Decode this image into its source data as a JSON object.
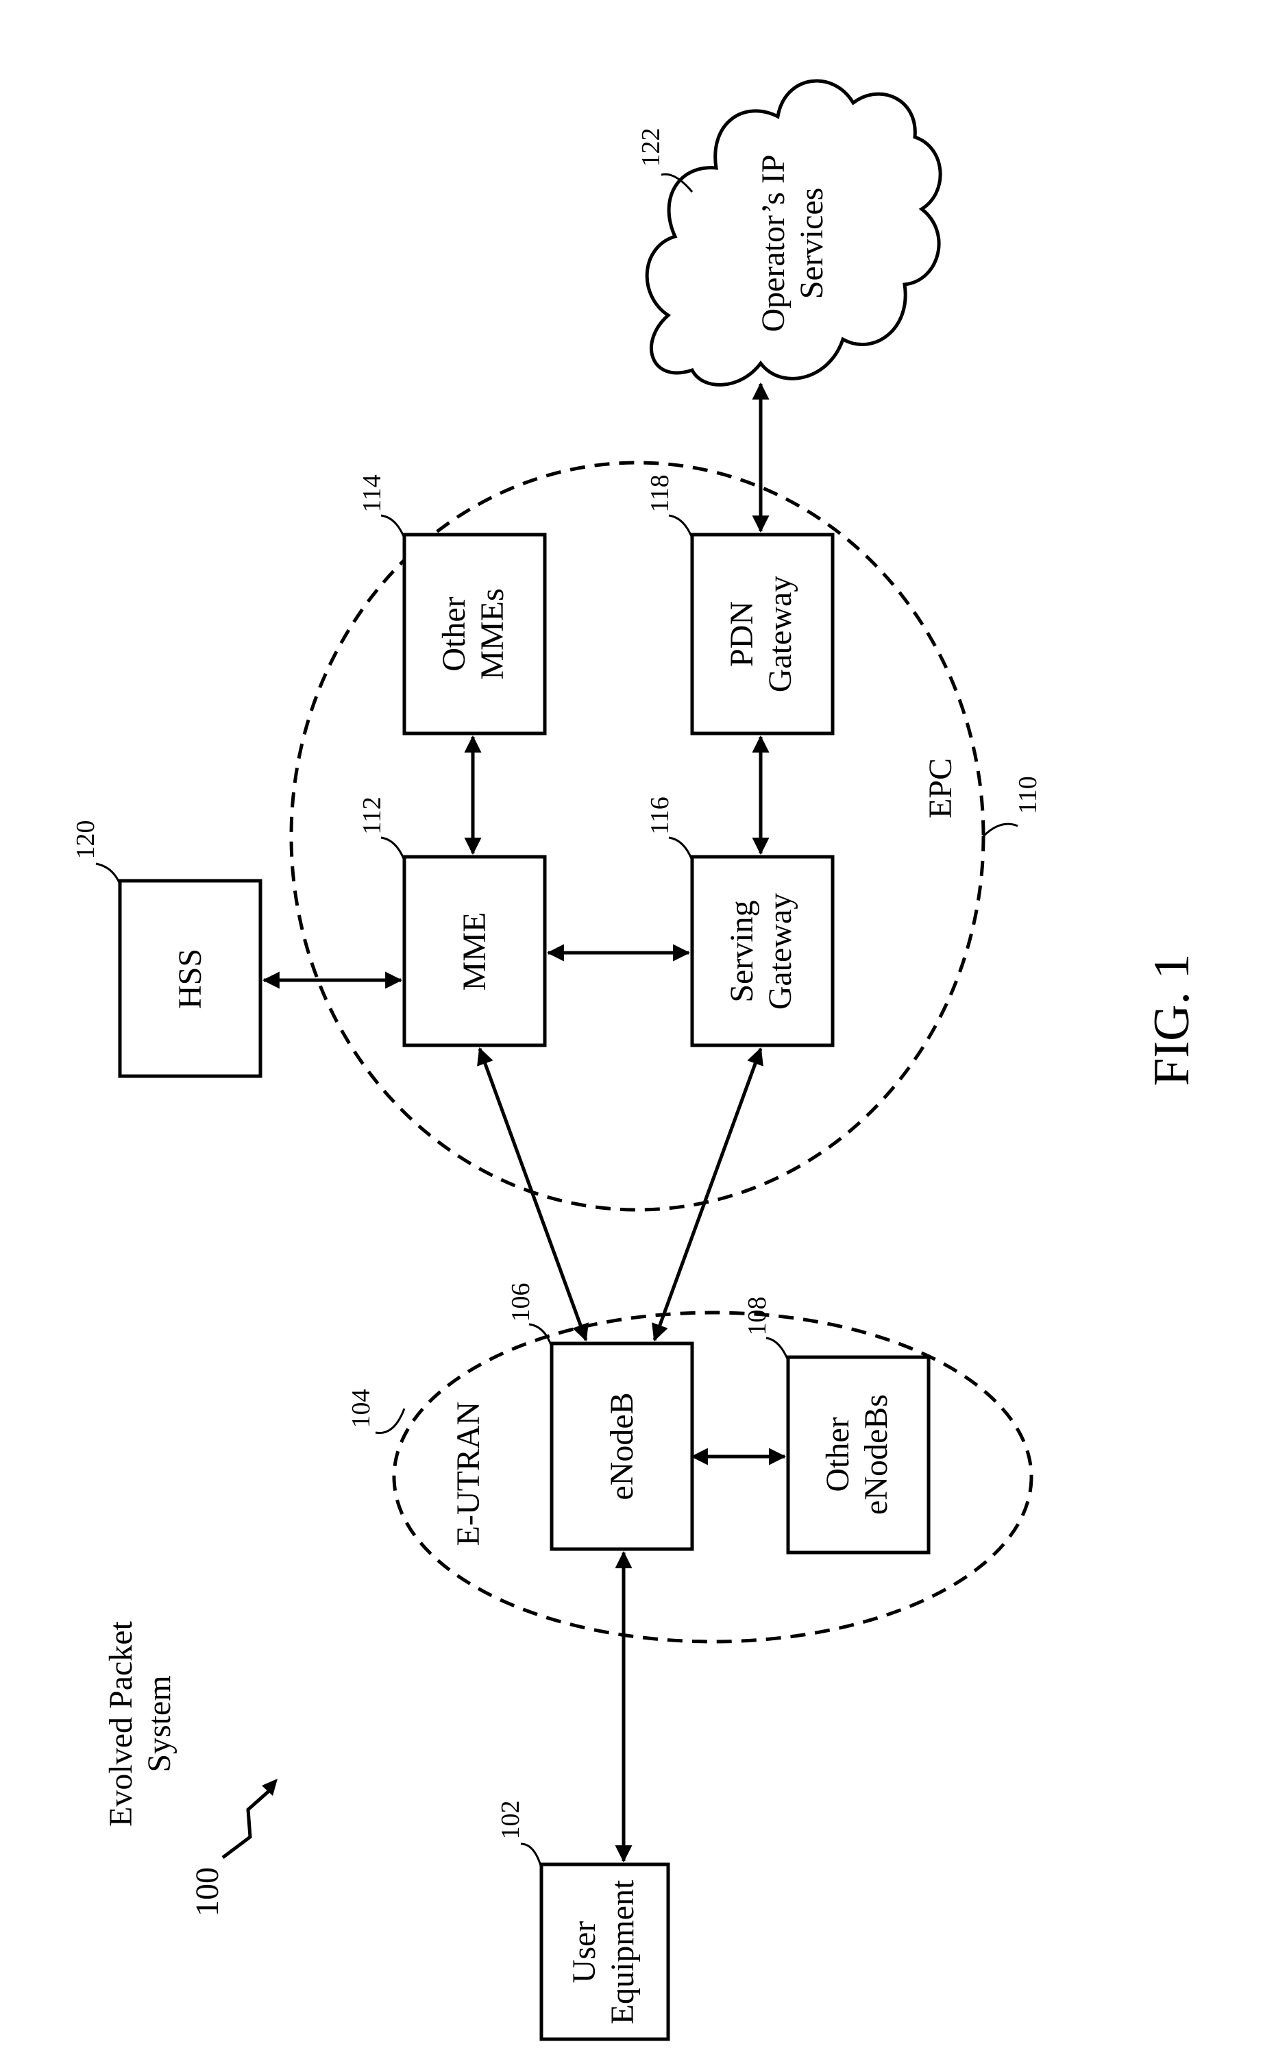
{
  "figure": {
    "caption": "FIG. 1",
    "system": {
      "label_line1": "Evolved Packet",
      "label_line2": "System",
      "ref": "100"
    }
  },
  "regions": {
    "e_utran": {
      "label": "E-UTRAN",
      "ref": "104"
    },
    "epc": {
      "label": "EPC",
      "ref": "110"
    }
  },
  "nodes": {
    "user_equipment": {
      "line1": "User",
      "line2": "Equipment",
      "ref": "102"
    },
    "enodeb": {
      "line1": "eNodeB",
      "ref": "106"
    },
    "other_enodebs": {
      "line1": "Other",
      "line2": "eNodeBs",
      "ref": "108"
    },
    "mme": {
      "line1": "MME",
      "ref": "112"
    },
    "other_mmes": {
      "line1": "Other",
      "line2": "MMEs",
      "ref": "114"
    },
    "serving_gateway": {
      "line1": "Serving",
      "line2": "Gateway",
      "ref": "116"
    },
    "pdn_gateway": {
      "line1": "PDN",
      "line2": "Gateway",
      "ref": "118"
    },
    "hss": {
      "line1": "HSS",
      "ref": "120"
    },
    "ip_services": {
      "line1": "Operator’s IP",
      "line2": "Services",
      "ref": "122"
    }
  },
  "links": [
    [
      "user_equipment",
      "enodeb"
    ],
    [
      "enodeb",
      "other_enodebs"
    ],
    [
      "enodeb",
      "mme"
    ],
    [
      "enodeb",
      "serving_gateway"
    ],
    [
      "hss",
      "mme"
    ],
    [
      "mme",
      "serving_gateway"
    ],
    [
      "mme",
      "other_mmes"
    ],
    [
      "serving_gateway",
      "pdn_gateway"
    ],
    [
      "pdn_gateway",
      "ip_services"
    ]
  ]
}
